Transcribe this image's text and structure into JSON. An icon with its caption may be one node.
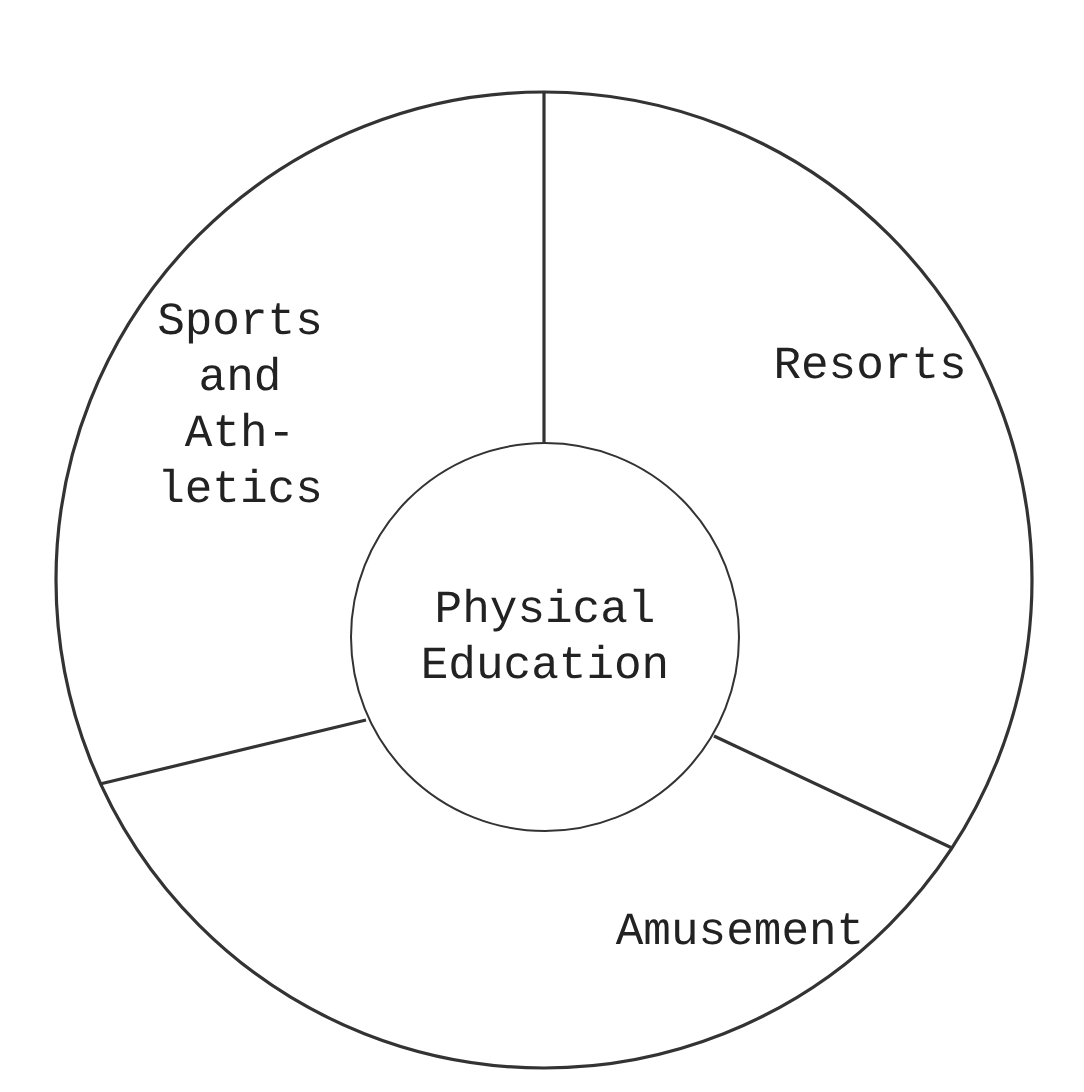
{
  "diagram": {
    "nodes": [
      {
        "text": [
          "Sports and Ath- letics"
        ]
      },
      {
        "text": [
          "Resorts"
        ]
      },
      {
        "text": [
          "Physical Education"
        ]
      },
      {
        "text": [
          "Amusement"
        ]
      }
    ]
  }
}
